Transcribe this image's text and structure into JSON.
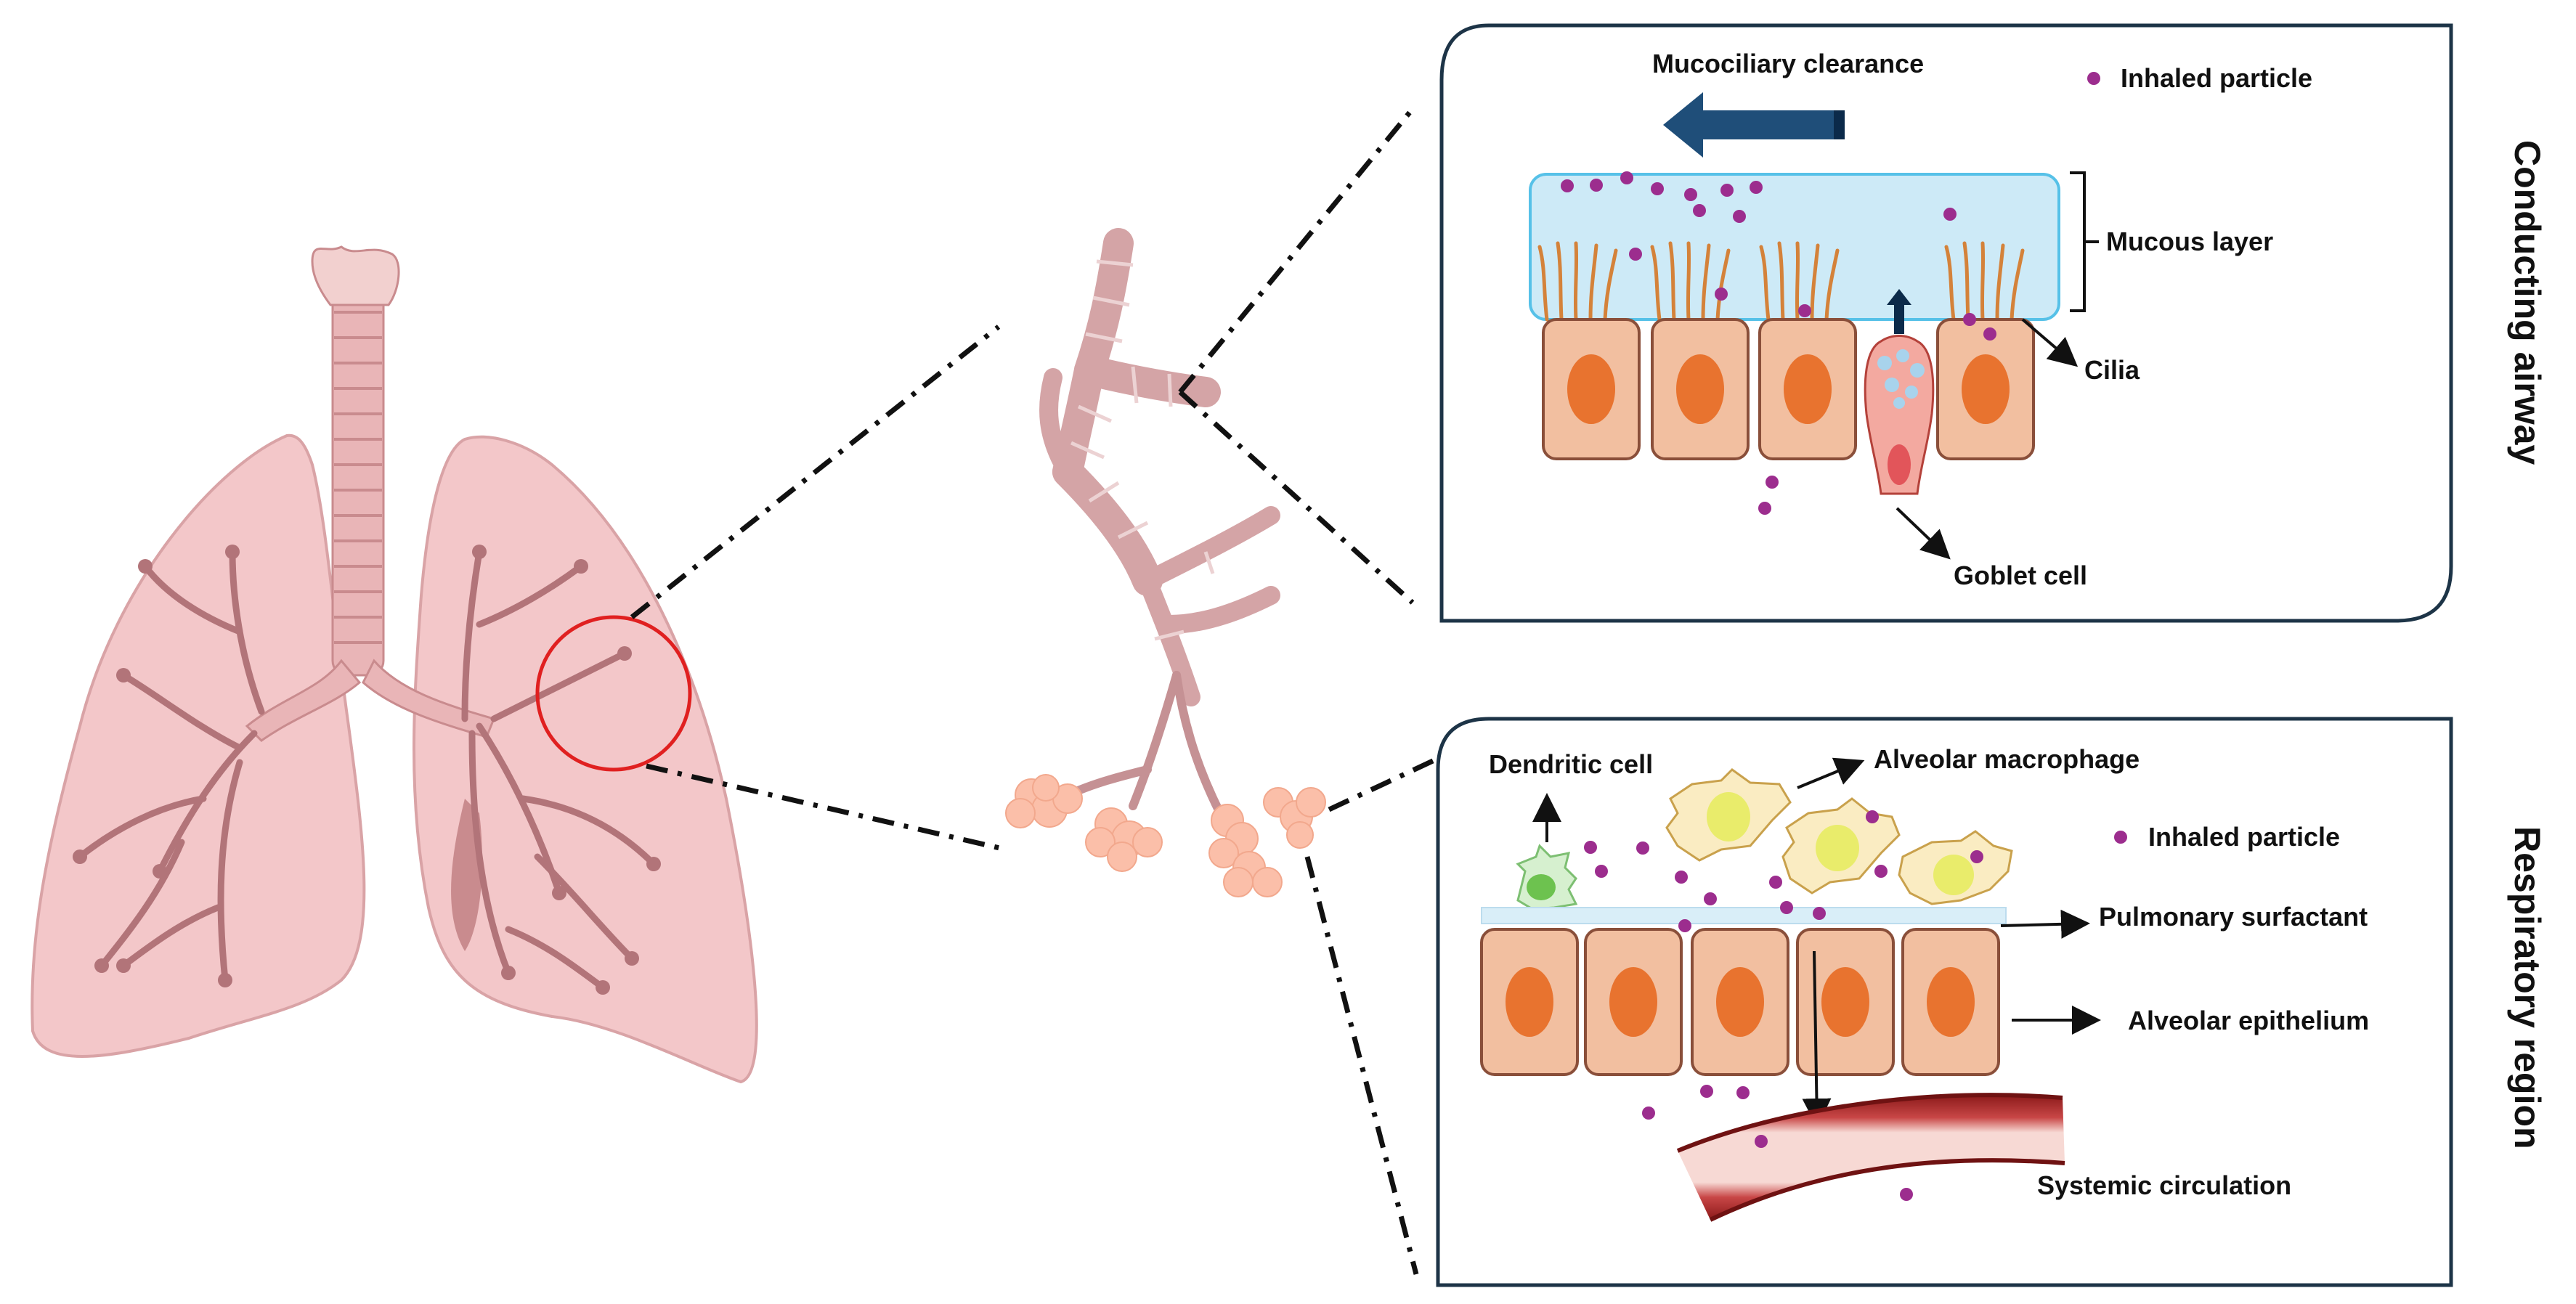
{
  "labels": {
    "mucociliary_clearance": "Mucociliary clearance",
    "inhaled_particle_top": "Inhaled particle",
    "mucous_layer": "Mucous layer",
    "cilia": "Cilia",
    "goblet_cell": "Goblet cell",
    "conducting_airway": "Conducting airway",
    "dendritic_cell": "Dendritic cell",
    "alveolar_macrophage": "Alveolar macrophage",
    "inhaled_particle_bottom": "Inhaled particle",
    "pulmonary_surfactant": "Pulmonary surfactant",
    "alveolar_epithelium": "Alveolar epithelium",
    "systemic_circulation": "Systemic circulation",
    "respiratory_region": "Respiratory region"
  },
  "colors": {
    "particle": "#9c2d8e",
    "cell_fill": "#f2bfa0",
    "cell_stroke": "#8a4f3a",
    "nucleus": "#e8732f",
    "mucus": "#cdeaf7",
    "mucus_stroke": "#56c1e8",
    "cilia": "#d4823a",
    "lung": "#f3c7c9",
    "lung_dark": "#c98b8e",
    "panel_stroke": "#1d3447",
    "arrow_blue": "#1f4e79",
    "circle_red": "#e02020",
    "macrophage": "#faecc2",
    "macrophage_nucleus": "#e9ec6b",
    "dendritic": "#d6f0cf",
    "vessel": "#8b1a1a"
  }
}
